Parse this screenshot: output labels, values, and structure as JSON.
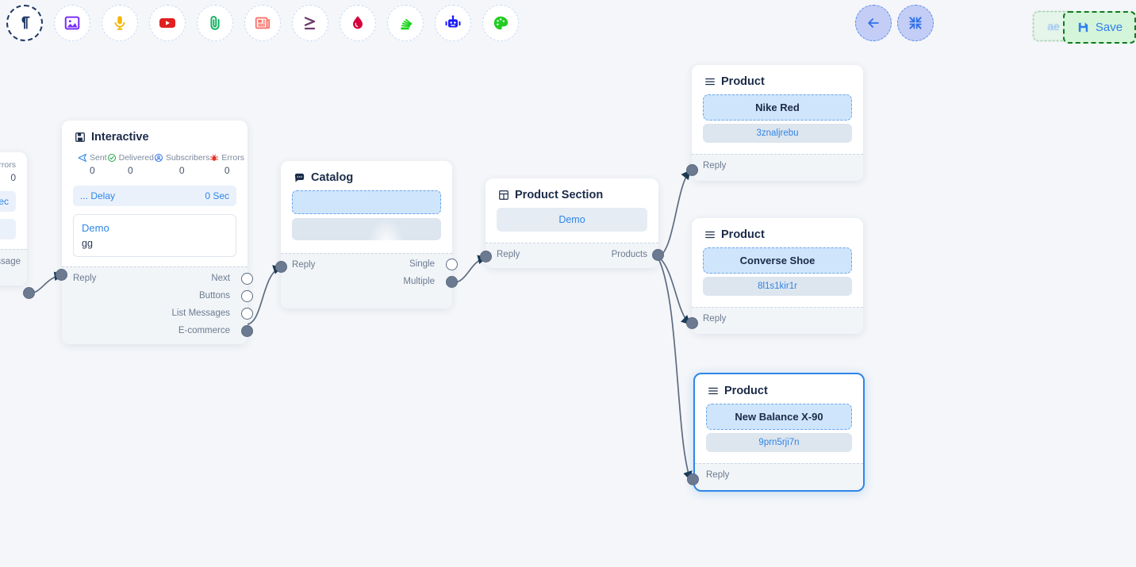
{
  "toolbar": {
    "left_tools": [
      {
        "name": "pilcrow-icon",
        "label": "Text",
        "color": "#1f3864",
        "active": true
      },
      {
        "name": "image-icon",
        "label": "Image",
        "color": "#7b2ff7",
        "active": false
      },
      {
        "name": "microphone-icon",
        "label": "Audio",
        "color": "#f5b705",
        "active": false
      },
      {
        "name": "youtube-icon",
        "label": "Video",
        "color": "#e02020",
        "active": false
      },
      {
        "name": "paperclip-icon",
        "label": "Attachment",
        "color": "#0db05e",
        "active": false
      },
      {
        "name": "newspaper-icon",
        "label": "Template",
        "color": "#fa7268",
        "active": false
      },
      {
        "name": "greater-equal-icon",
        "label": "Condition",
        "color": "#6b3b6b",
        "active": false
      },
      {
        "name": "water-drop-icon",
        "label": "Action",
        "color": "#d6003c",
        "active": false
      },
      {
        "name": "stack-icon",
        "label": "List",
        "color": "#14d414",
        "active": false
      },
      {
        "name": "robot-icon",
        "label": "Bot",
        "color": "#1a1aff",
        "active": false
      },
      {
        "name": "palette-icon",
        "label": "Design",
        "color": "#22cc22",
        "active": false
      }
    ],
    "back_label": "Back",
    "fit_label": "Fit View",
    "ghost_label": "ae",
    "save_label": "Save"
  },
  "nodes": {
    "clipped_left": {
      "errors_label": "Errors",
      "errors_value": "0",
      "delay_value": "Sec",
      "port_label": "essage"
    },
    "interactive": {
      "title": "Interactive",
      "icon": "interactive-icon",
      "stats": [
        {
          "label": "Sent",
          "value": "0",
          "icon": "send-icon",
          "color": "#2f86e8"
        },
        {
          "label": "Delivered",
          "value": "0",
          "icon": "check-circle-icon",
          "color": "#22a745"
        },
        {
          "label": "Subscribers",
          "value": "0",
          "icon": "user-circle-icon",
          "color": "#2f6fe8"
        },
        {
          "label": "Errors",
          "value": "0",
          "icon": "bug-icon",
          "color": "#e5342b"
        }
      ],
      "delay_label": "... Delay",
      "delay_value": "0 Sec",
      "message_title": "Demo",
      "message_text": "gg",
      "in_port": "Reply",
      "out_ports": [
        {
          "label": "Next",
          "connected": false
        },
        {
          "label": "Buttons",
          "connected": false
        },
        {
          "label": "List Messages",
          "connected": false
        },
        {
          "label": "E-commerce",
          "connected": true
        }
      ]
    },
    "catalog": {
      "title": "Catalog",
      "icon": "chat-icon",
      "in_port": "Reply",
      "out_ports": [
        {
          "label": "Single",
          "connected": false
        },
        {
          "label": "Multiple",
          "connected": true
        }
      ]
    },
    "product_section": {
      "title": "Product Section",
      "icon": "grid-icon",
      "button_label": "Demo",
      "in_port": "Reply",
      "out_port": "Products"
    },
    "products": [
      {
        "title": "Product",
        "icon": "list-icon",
        "name": "Nike Red",
        "id": "3znaljrebu",
        "in_port": "Reply",
        "selected": false
      },
      {
        "title": "Product",
        "icon": "list-icon",
        "name": "Converse Shoe",
        "id": "8l1s1kir1r",
        "in_port": "Reply",
        "selected": false
      },
      {
        "title": "Product",
        "icon": "list-icon",
        "name": "New Balance X-90",
        "id": "9prn5rji7n",
        "in_port": "Reply",
        "selected": true
      }
    ]
  },
  "colors": {
    "canvas": "#f4f6f9",
    "accent": "#2f86e8",
    "edge": "#5d6c82",
    "selection": "#2f86e8",
    "save_green": "#d4f5d9"
  }
}
